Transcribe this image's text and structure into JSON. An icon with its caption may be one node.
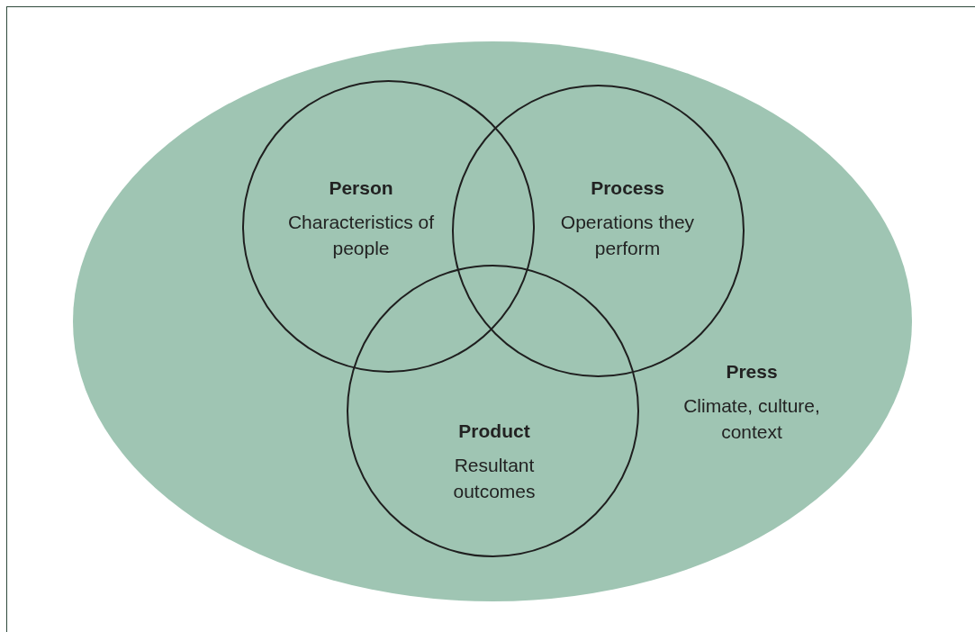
{
  "diagram": {
    "nodes": [
      {
        "text": [
          "Press",
          "Climate, culture, context"
        ]
      },
      {
        "text": [
          "Person",
          "Characteristics of people"
        ],
        "in": 0
      },
      {
        "text": [
          "Process",
          "Operations they perform"
        ],
        "in": 0
      },
      {
        "text": [
          "Product",
          "Resultant outcomes"
        ],
        "in": 0
      }
    ]
  }
}
